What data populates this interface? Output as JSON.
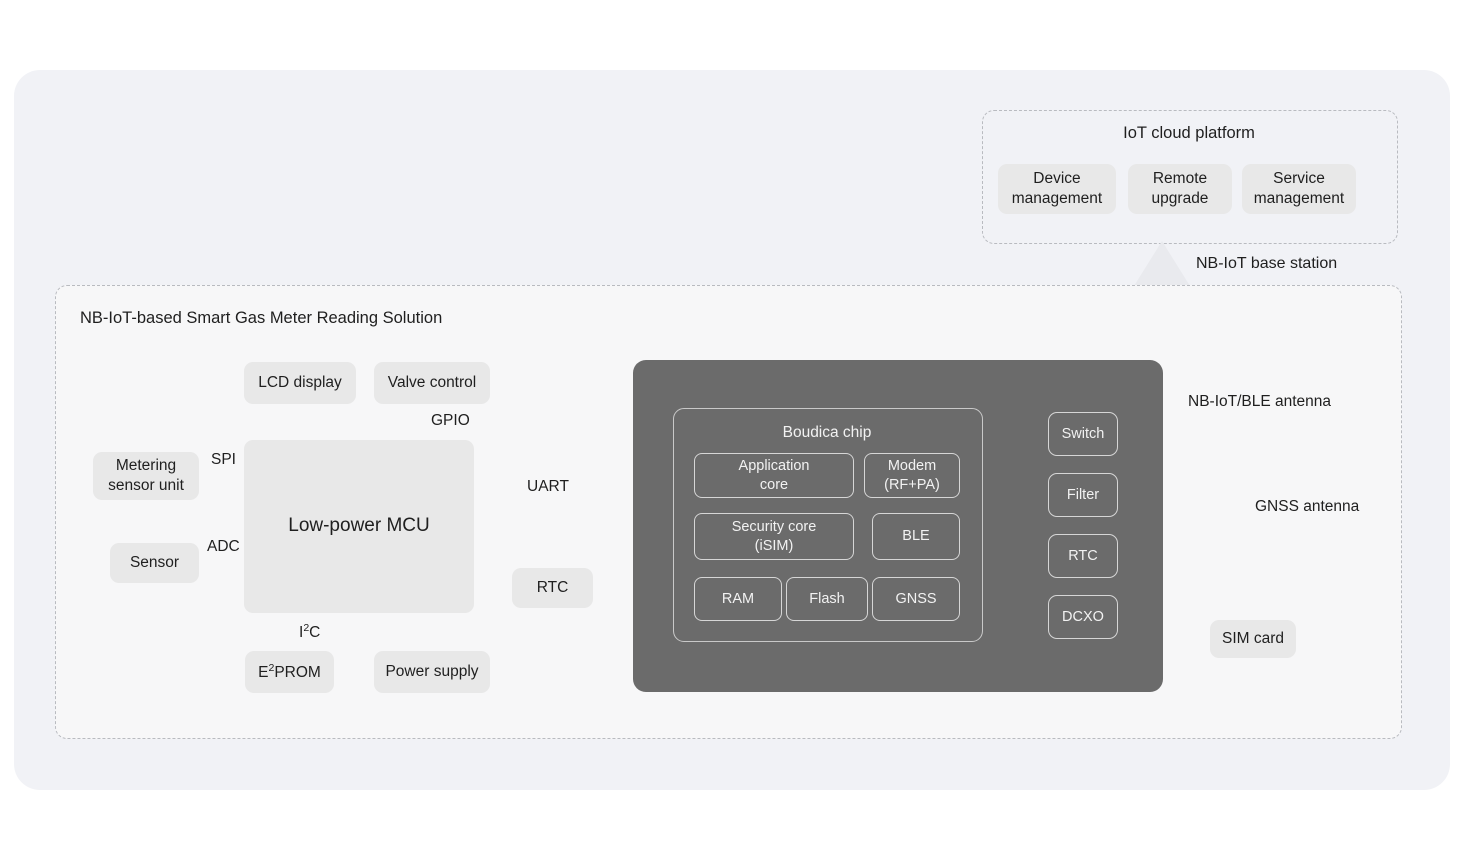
{
  "cloud": {
    "title": "IoT cloud platform",
    "items": [
      {
        "label": "Device\nmanagement"
      },
      {
        "label": "Remote\nupgrade"
      },
      {
        "label": "Service\nmanagement"
      }
    ],
    "base_station_label": "NB-IoT base station",
    "tower_icon": "base-station-tower-icon"
  },
  "solution": {
    "title": "NB-IoT-based Smart Gas Meter Reading Solution",
    "mcu": "Low-power MCU",
    "peripherals": {
      "lcd": "LCD display",
      "valve": "Valve control",
      "metering": "Metering\nsensor unit",
      "sensor": "Sensor",
      "eeprom_prefix": "E",
      "eeprom_sup": "2",
      "eeprom_suffix": "PROM",
      "power": "Power supply",
      "rtc": "RTC"
    },
    "buses": {
      "gpio": "GPIO",
      "spi": "SPI",
      "adc": "ADC",
      "i2c_prefix": "I",
      "i2c_sup": "2",
      "i2c_suffix": "C",
      "uart": "UART"
    }
  },
  "module": {
    "chip_title": "Boudica chip",
    "blocks": [
      {
        "label": "Application\ncore"
      },
      {
        "label": "Modem\n(RF+PA)"
      },
      {
        "label": "Security core\n(iSIM)"
      },
      {
        "label": "BLE"
      },
      {
        "label": "RAM"
      },
      {
        "label": "Flash"
      },
      {
        "label": "GNSS"
      }
    ],
    "rf_blocks": [
      {
        "label": "Switch"
      },
      {
        "label": "Filter"
      },
      {
        "label": "RTC"
      },
      {
        "label": "DCXO"
      }
    ]
  },
  "external": {
    "antenna_nbiot": "NB-IoT/BLE antenna",
    "antenna_gnss": "GNSS antenna",
    "sim_card": "SIM card"
  },
  "colors": {
    "page_bg": "#ffffff",
    "card_bg": "#f1f2f6",
    "panel_bg": "#f7f7f8",
    "box_bg": "#e8e8e8",
    "module_bg": "#6b6b6b",
    "wire": "#c2c2c2",
    "dash_border": "#b9bbc0"
  }
}
